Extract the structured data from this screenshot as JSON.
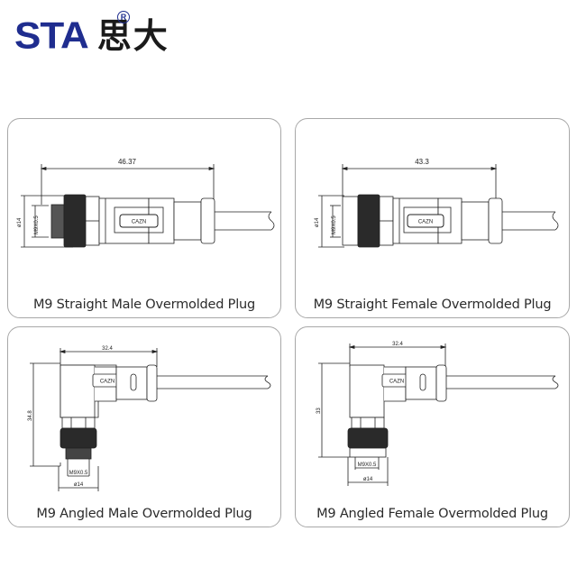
{
  "logo": {
    "brand_latin": "STA",
    "registered_mark": "R",
    "brand_chinese": "思大",
    "colors": {
      "latin": "#1f2d8f",
      "chinese": "#1a1a1a"
    }
  },
  "cards": [
    {
      "caption": "M9 Straight Male Overmolded Plug",
      "dimensions": {
        "length": "46.37",
        "diameter": "ø14",
        "thread": "M9X0.5"
      },
      "marking": "CAZN"
    },
    {
      "caption": "M9 Straight Female Overmolded Plug",
      "dimensions": {
        "length": "43.3",
        "diameter": "ø14",
        "thread": "M9X0.5"
      },
      "marking": "CAZN"
    },
    {
      "caption": "M9 Angled Male Overmolded Plug",
      "dimensions": {
        "width": "32.4",
        "height": "34.8",
        "diameter": "ø14",
        "thread": "M9X0.5"
      },
      "marking": "CAZN"
    },
    {
      "caption": "M9 Angled Female Overmolded Plug",
      "dimensions": {
        "width": "32.4",
        "height": "33",
        "diameter": "ø14",
        "thread": "M9X0.5"
      },
      "marking": "CAZN"
    }
  ]
}
